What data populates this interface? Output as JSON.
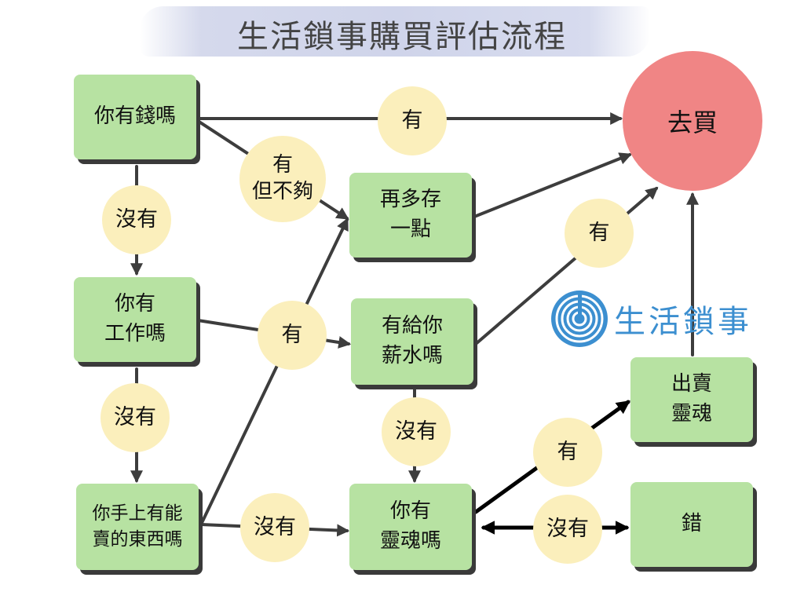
{
  "title": "生活鎖事購買評估流程",
  "goal": "去買",
  "nodes": {
    "has_money": "你有錢嗎",
    "has_job": "你有\n工作嗎",
    "sell_items": "你手上有能\n賣的東西嗎",
    "save_more": "再多存\n一點",
    "paid_salary": "有給你\n薪水嗎",
    "has_soul": "你有\n靈魂嗎",
    "sell_soul": "出賣\n靈魂",
    "wrong": "錯"
  },
  "edge_labels": {
    "money_yes": "有",
    "money_not_enough": "有\n但不夠",
    "money_no": "沒有",
    "job_yes": "有",
    "job_no": "沒有",
    "items_no": "沒有",
    "salary_yes": "有",
    "salary_no": "沒有",
    "soul_yes": "有",
    "soul_no": "沒有"
  },
  "logo": {
    "icon": "spiral-logo-icon",
    "text": "生活鎖事"
  },
  "colors": {
    "node": "#b7e2a2",
    "badge": "#fbefbc",
    "goal": "#f08585",
    "title_band": "#d5d9ec",
    "logo": "#3c8fd0"
  }
}
